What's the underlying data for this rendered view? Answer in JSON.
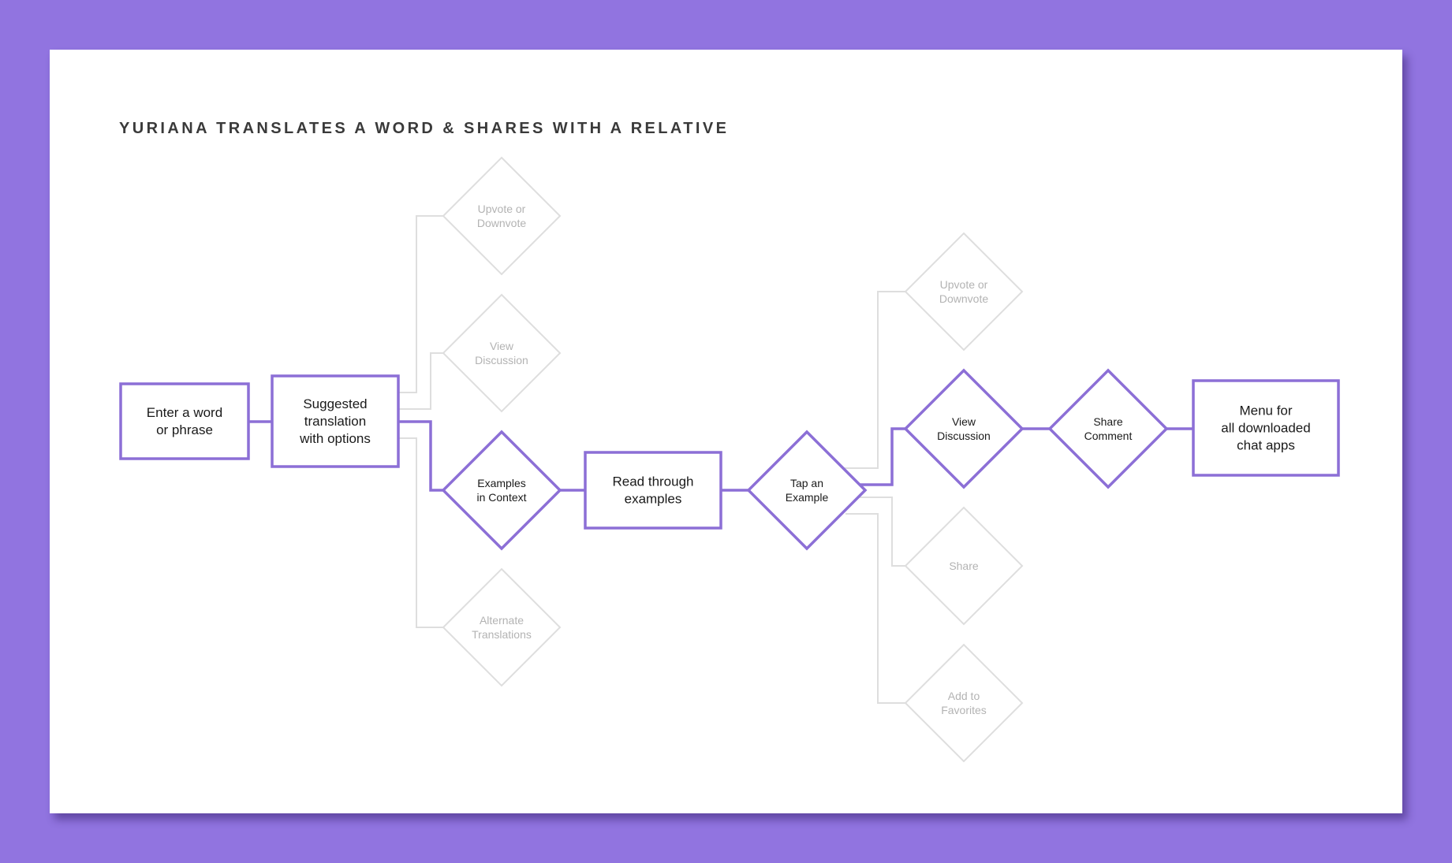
{
  "colors": {
    "background": "#9174e0",
    "card": "#ffffff",
    "primary_stroke": "#8c6fd6",
    "inactive_stroke": "#dedede",
    "primary_text": "#1a1a1a",
    "inactive_text": "#b3b3b3",
    "title_text": "#3a3a3a"
  },
  "title": "YURIANA TRANSLATES A WORD & SHARES WITH A RELATIVE",
  "nodes": {
    "enter_word": {
      "shape": "rect",
      "state": "active",
      "lines": [
        "Enter a word",
        "or phrase"
      ]
    },
    "suggested_translation": {
      "shape": "rect",
      "state": "active",
      "lines": [
        "Suggested",
        "translation",
        "with options"
      ]
    },
    "upvote_1": {
      "shape": "diamond",
      "state": "inactive",
      "lines": [
        "Upvote or",
        "Downvote"
      ]
    },
    "view_discussion_1": {
      "shape": "diamond",
      "state": "inactive",
      "lines": [
        "View",
        "Discussion"
      ]
    },
    "examples_in_context": {
      "shape": "diamond",
      "state": "active",
      "lines": [
        "Examples",
        "in Context"
      ]
    },
    "alternate_translations": {
      "shape": "diamond",
      "state": "inactive",
      "lines": [
        "Alternate",
        "Translations"
      ]
    },
    "read_examples": {
      "shape": "rect",
      "state": "active",
      "lines": [
        "Read through",
        "examples"
      ]
    },
    "tap_example": {
      "shape": "diamond",
      "state": "active",
      "lines": [
        "Tap an",
        "Example"
      ]
    },
    "upvote_2": {
      "shape": "diamond",
      "state": "inactive",
      "lines": [
        "Upvote or",
        "Downvote"
      ]
    },
    "view_discussion_2": {
      "shape": "diamond",
      "state": "active",
      "lines": [
        "View",
        "Discussion"
      ]
    },
    "share": {
      "shape": "diamond",
      "state": "inactive",
      "lines": [
        "Share"
      ]
    },
    "add_favorites": {
      "shape": "diamond",
      "state": "inactive",
      "lines": [
        "Add to",
        "Favorites"
      ]
    },
    "share_comment": {
      "shape": "diamond",
      "state": "active",
      "lines": [
        "Share",
        "Comment"
      ]
    },
    "menu_chat_apps": {
      "shape": "rect",
      "state": "active",
      "lines": [
        "Menu for",
        "all downloaded",
        "chat apps"
      ]
    }
  },
  "edges": [
    {
      "from": "enter_word",
      "to": "suggested_translation",
      "state": "active"
    },
    {
      "from": "suggested_translation",
      "to": "upvote_1",
      "state": "inactive"
    },
    {
      "from": "suggested_translation",
      "to": "view_discussion_1",
      "state": "inactive"
    },
    {
      "from": "suggested_translation",
      "to": "examples_in_context",
      "state": "active"
    },
    {
      "from": "suggested_translation",
      "to": "alternate_translations",
      "state": "inactive"
    },
    {
      "from": "examples_in_context",
      "to": "read_examples",
      "state": "active"
    },
    {
      "from": "read_examples",
      "to": "tap_example",
      "state": "active"
    },
    {
      "from": "tap_example",
      "to": "upvote_2",
      "state": "inactive"
    },
    {
      "from": "tap_example",
      "to": "view_discussion_2",
      "state": "active"
    },
    {
      "from": "tap_example",
      "to": "share",
      "state": "inactive"
    },
    {
      "from": "tap_example",
      "to": "add_favorites",
      "state": "inactive"
    },
    {
      "from": "view_discussion_2",
      "to": "share_comment",
      "state": "active"
    },
    {
      "from": "share_comment",
      "to": "menu_chat_apps",
      "state": "active"
    }
  ]
}
